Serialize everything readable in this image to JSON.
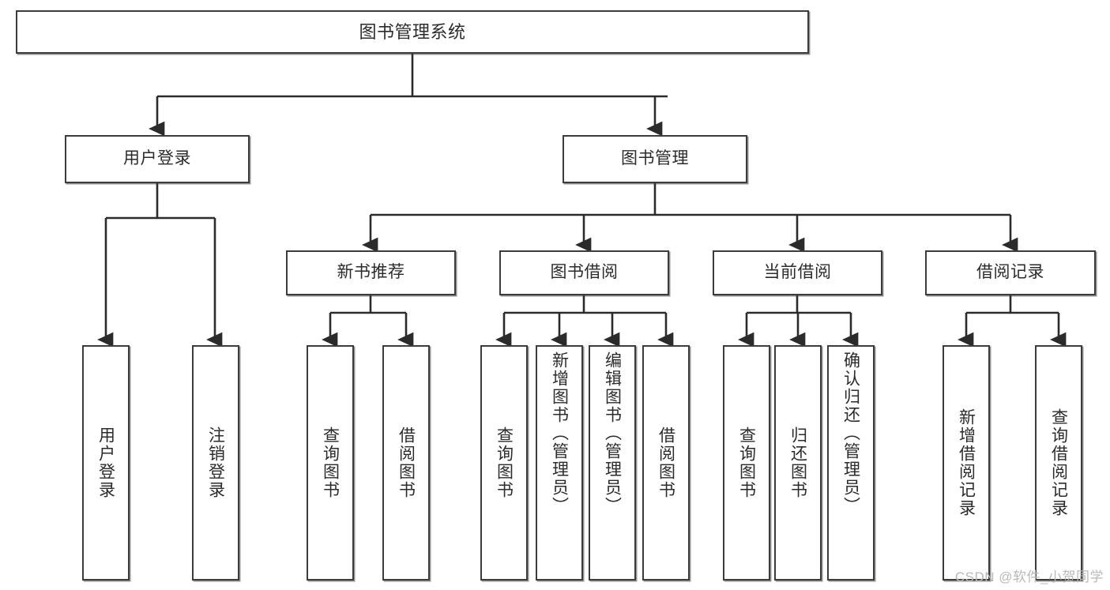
{
  "diagram": {
    "title": "图书管理系统",
    "type": "tree-hierarchy-diagram",
    "colors": {
      "box_border": "#3c3c3c",
      "box_fill": "#ffffff",
      "edge": "#2b2b2b",
      "text": "#2b2b2b",
      "watermark": "#b9b9b9",
      "background": "#ffffff"
    },
    "root": {
      "label": "图书管理系统"
    },
    "level1": [
      {
        "label": "用户登录"
      },
      {
        "label": "图书管理"
      }
    ],
    "level2": [
      {
        "label": "新书推荐"
      },
      {
        "label": "图书借阅"
      },
      {
        "label": "当前借阅"
      },
      {
        "label": "借阅记录"
      }
    ],
    "leaves": {
      "user_login": [
        {
          "label": "用户登录"
        },
        {
          "label": "注销登录"
        }
      ],
      "new_book_recommend": [
        {
          "label": "查询图书"
        },
        {
          "label": "借阅图书"
        }
      ],
      "book_borrow": [
        {
          "label": "查询图书"
        },
        {
          "label": "新增图书（管理员）"
        },
        {
          "label": "编辑图书（管理员）"
        },
        {
          "label": "借阅图书"
        }
      ],
      "current_borrow": [
        {
          "label": "查询图书"
        },
        {
          "label": "归还图书"
        },
        {
          "label": "确认归还（管理员）"
        }
      ],
      "borrow_record": [
        {
          "label": "新增借阅记录"
        },
        {
          "label": "查询借阅记录"
        }
      ]
    }
  },
  "watermark": {
    "text": "CSDN @软件_小贺同学"
  }
}
